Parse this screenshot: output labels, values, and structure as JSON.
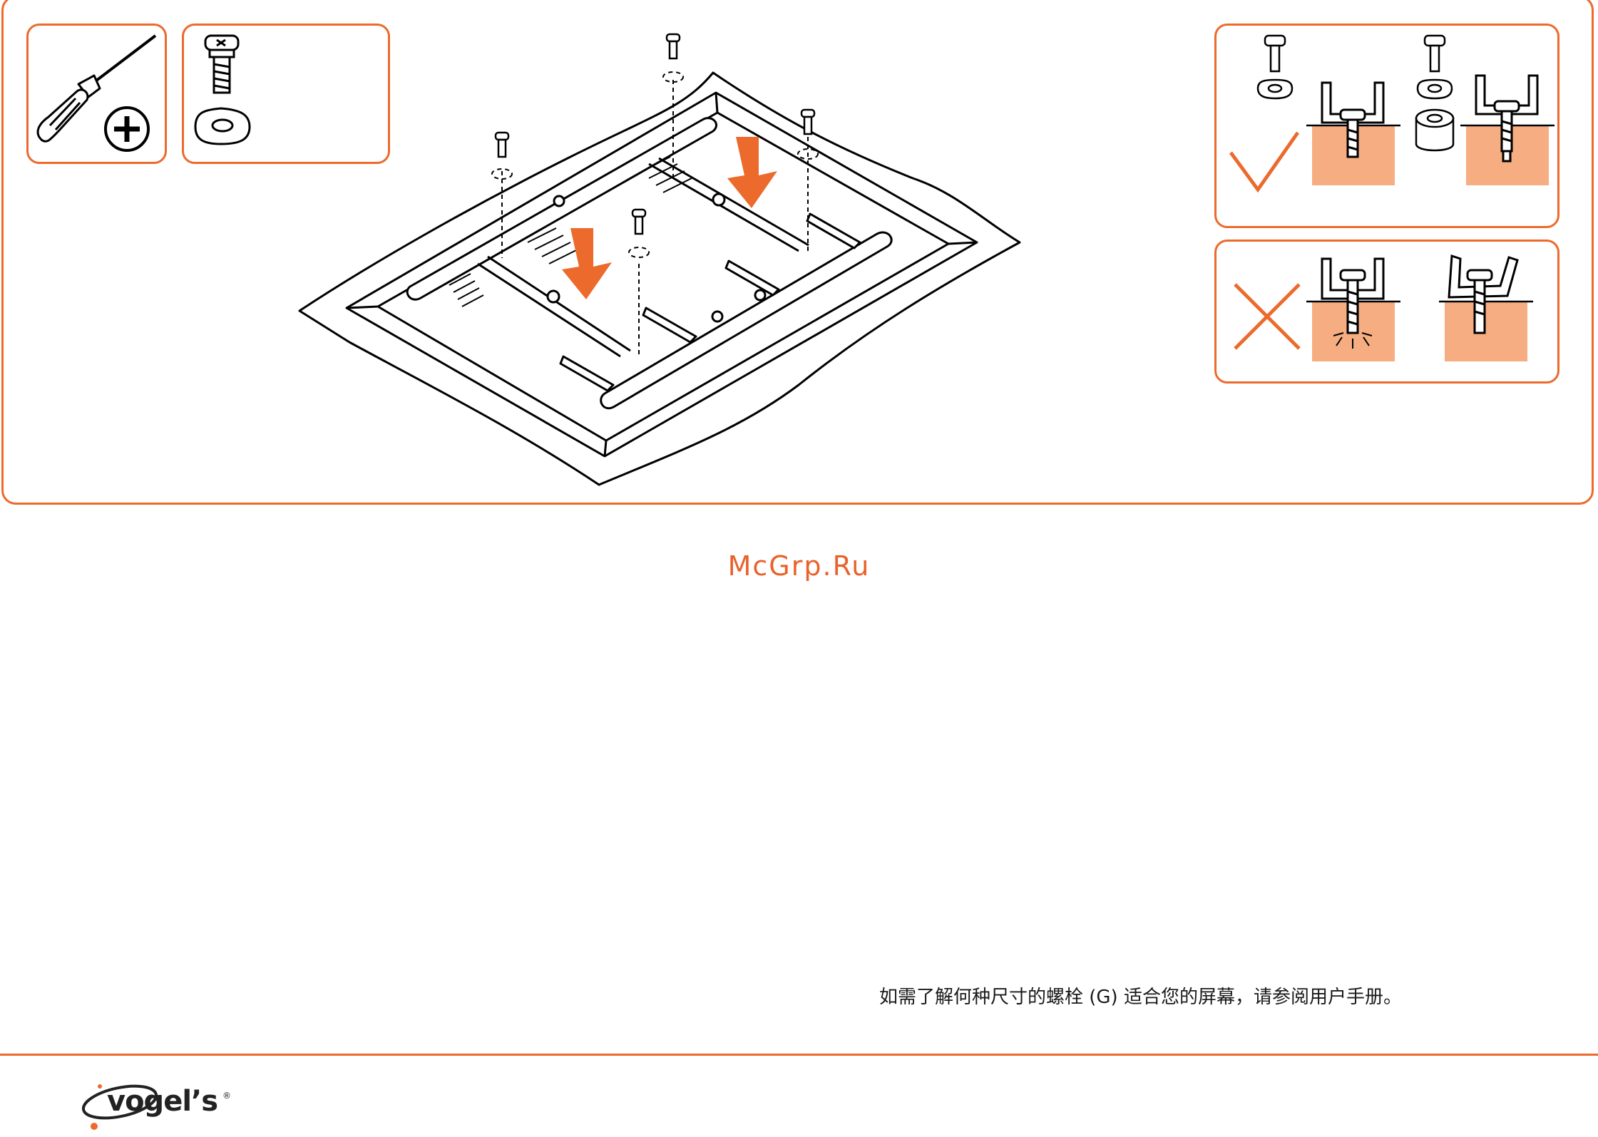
{
  "watermark": "McGrp.Ru",
  "note": "如需了解何种尺寸的螺栓 (G) 适合您的屏幕，请参阅用户手册。",
  "logo": {
    "text": "vogel’s",
    "registered": "®"
  },
  "icons": {
    "tool": [
      "screwdriver-icon",
      "phillips-plus-icon"
    ],
    "parts": [
      "bolt-icon",
      "washer-icon"
    ],
    "correct": "checkmark-icon",
    "wrong": "cross-icon"
  },
  "colors": {
    "accent": "#ec6a2c",
    "surface": "#f7ad82",
    "arrow": "#ec6a2c"
  }
}
